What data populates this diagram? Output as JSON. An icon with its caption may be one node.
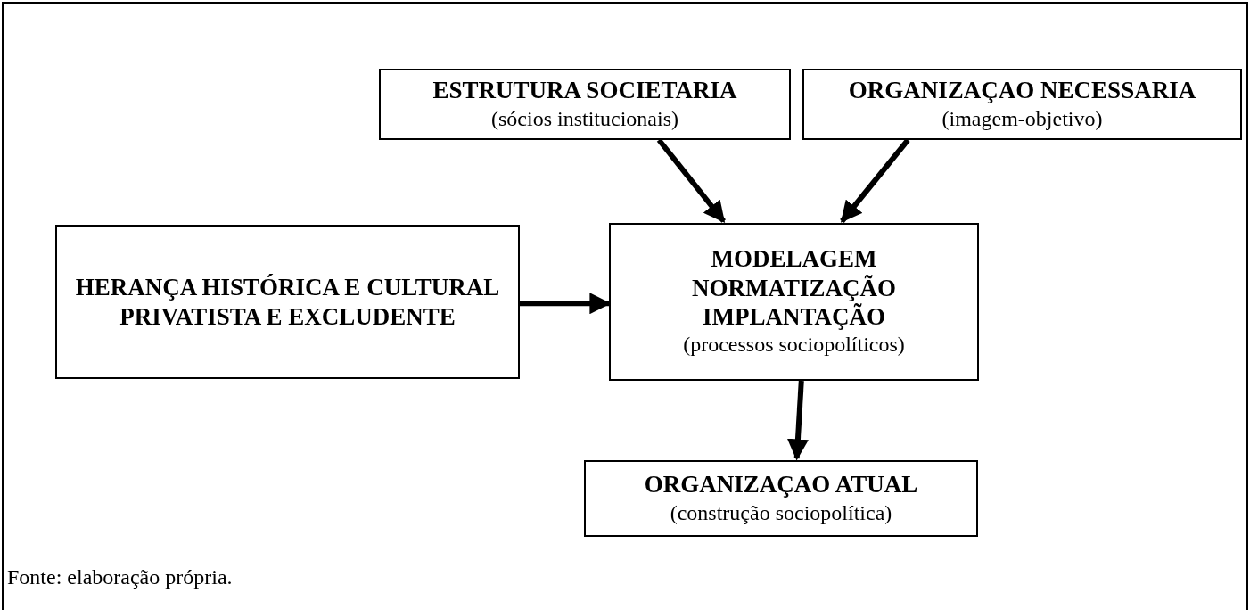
{
  "diagram": {
    "caption": "Fonte: elaboração própria.",
    "nodes": [
      {
        "text": [
          "ESTRUTURA SOCIETARIA",
          "(sócios institucionais)"
        ]
      },
      {
        "text": [
          "ORGANIZAÇAO NECESSARIA",
          "(imagem-objetivo)"
        ]
      },
      {
        "text": [
          "HERANÇA HISTÓRICA E CULTURAL PRIVATISTA E EXCLUDENTE"
        ]
      },
      {
        "text": [
          "MODELAGEM NORMATIZAÇÃO IMPLANTAÇÃO",
          "(processos sociopolíticos)"
        ]
      },
      {
        "text": [
          "ORGANIZAÇAO ATUAL",
          "(construção sociopolítica)"
        ]
      }
    ],
    "edges": [
      {
        "from": 0,
        "to": 3,
        "arrow": "to"
      },
      {
        "from": 1,
        "to": 3,
        "arrow": "to"
      },
      {
        "from": 2,
        "to": 3,
        "arrow": "to"
      },
      {
        "from": 3,
        "to": 4,
        "arrow": "to"
      }
    ]
  }
}
